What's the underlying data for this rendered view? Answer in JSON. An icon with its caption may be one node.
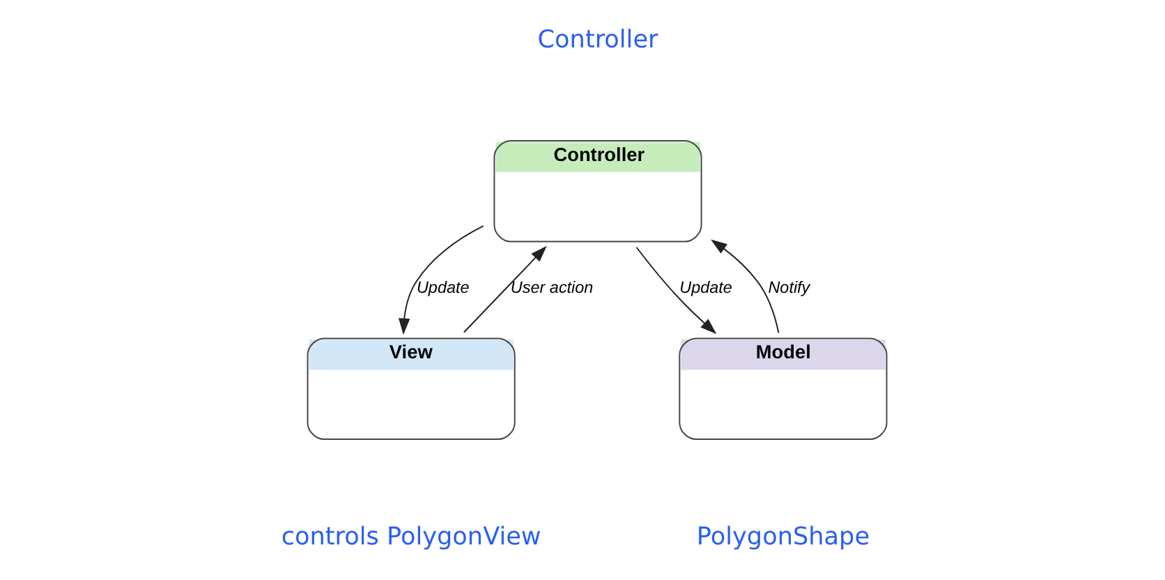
{
  "diagram": {
    "nodes": [
      {
        "text": [
          "Controller"
        ],
        "beside": [
          "Controller"
        ]
      },
      {
        "text": [
          "View"
        ],
        "beside": [
          "controls PolygonView"
        ]
      },
      {
        "text": [
          "Model"
        ],
        "beside": [
          "PolygonShape"
        ]
      }
    ],
    "edges": [
      {
        "from": 1,
        "to": 0,
        "arrow": "to",
        "label": "User action"
      },
      {
        "from": 0,
        "to": 2,
        "arrow": "to",
        "label": "Update"
      },
      {
        "from": 0,
        "to": 1,
        "arrow": "to",
        "label": "Update"
      },
      {
        "from": 2,
        "to": 0,
        "arrow": "to",
        "label": "Notify"
      }
    ]
  }
}
